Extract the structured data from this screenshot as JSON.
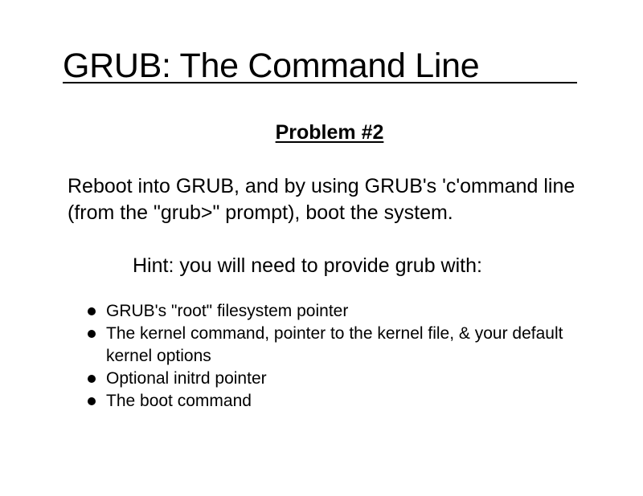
{
  "slide": {
    "title": "GRUB: The Command Line",
    "subtitle": "Problem #2",
    "body": "Reboot into GRUB, and by using GRUB's 'c'ommand line (from the \"grub>\" prompt), boot the system.",
    "hint": "Hint: you will need to provide grub with:",
    "bullets": [
      "GRUB's \"root\" filesystem pointer",
      "The kernel command, pointer to the kernel file, & your default kernel options",
      "Optional initrd pointer",
      "The boot command"
    ]
  }
}
